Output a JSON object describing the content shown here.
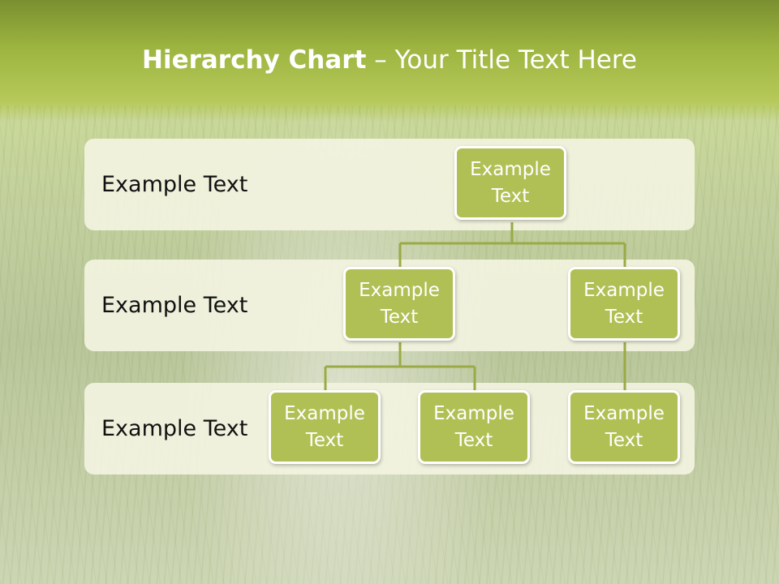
{
  "title": {
    "bold": "Hierarchy Chart",
    "rest": " – Your Title Text Here"
  },
  "colors": {
    "node_fill": "#b1c055",
    "node_border": "#ffffff",
    "connector": "#9aaa45",
    "band_fill": "#f2f3e0"
  },
  "levels": [
    {
      "label": "Example Text"
    },
    {
      "label": "Example Text"
    },
    {
      "label": "Example Text"
    }
  ],
  "nodes": {
    "root": "Example\nText",
    "level2_left": "Example\nText",
    "level2_right": "Example\nText",
    "level3_left": "Example\nText",
    "level3_middle": "Example\nText",
    "level3_right": "Example\nText"
  }
}
